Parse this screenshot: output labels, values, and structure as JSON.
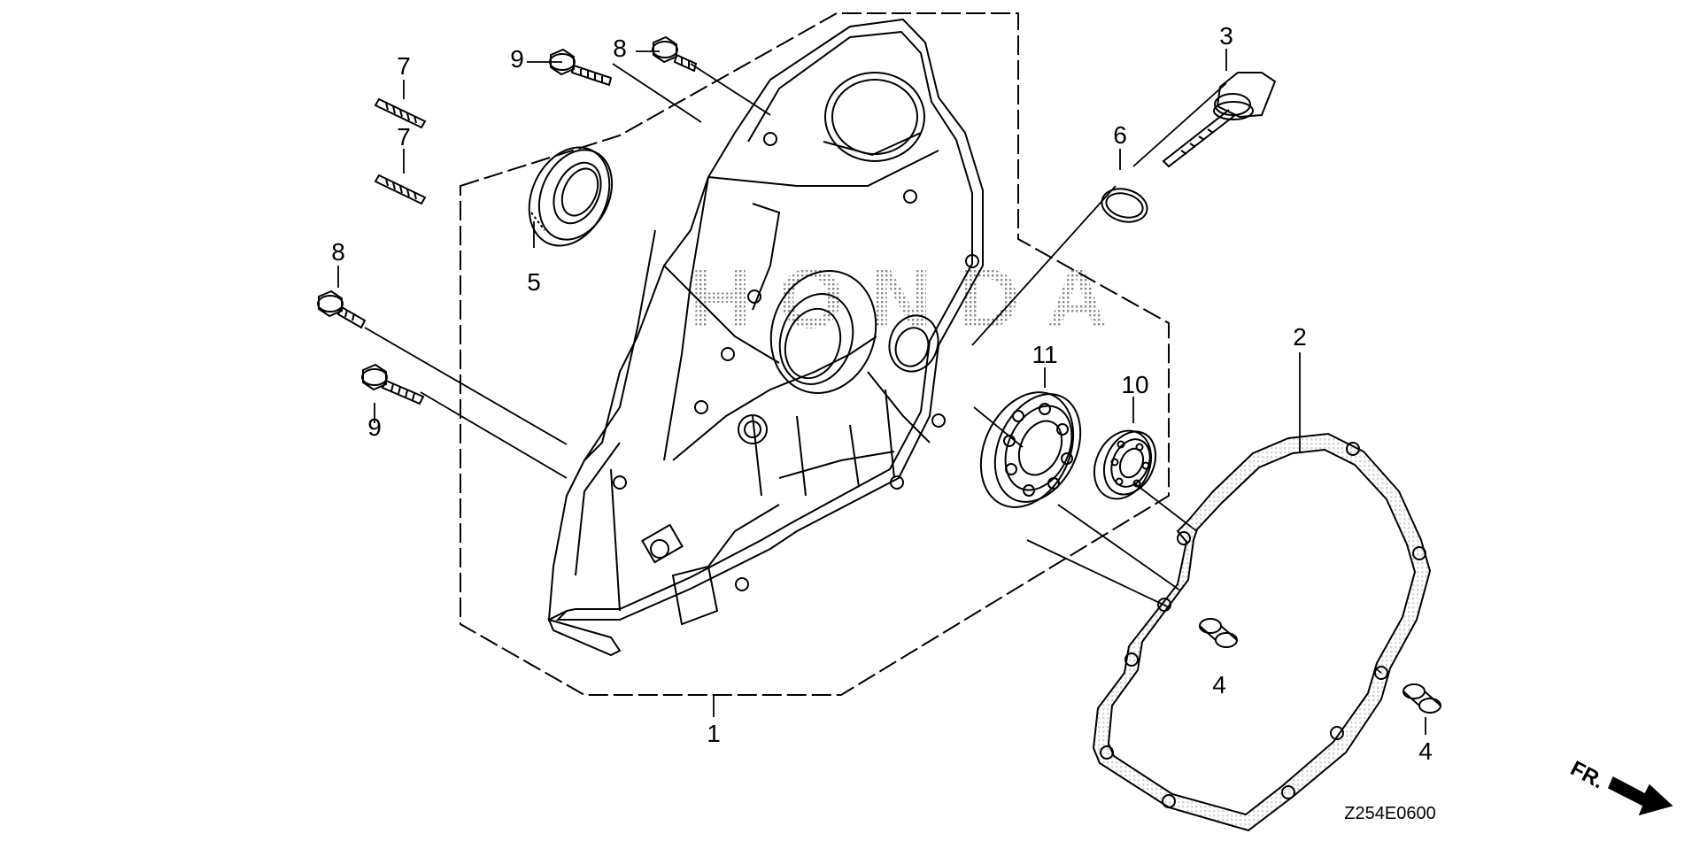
{
  "diagram": {
    "title": "Crankcase cover exploded view",
    "watermark": "HONDA",
    "diagram_code": "Z254E0600",
    "direction_label": "FR.",
    "colors": {
      "line": "#000000",
      "background": "#ffffff",
      "watermark": "#9a9a9a"
    },
    "callouts": [
      {
        "id": "1",
        "label": "1"
      },
      {
        "id": "2",
        "label": "2"
      },
      {
        "id": "3",
        "label": "3"
      },
      {
        "id": "4a",
        "label": "4"
      },
      {
        "id": "4b",
        "label": "4"
      },
      {
        "id": "5",
        "label": "5"
      },
      {
        "id": "6",
        "label": "6"
      },
      {
        "id": "7a",
        "label": "7"
      },
      {
        "id": "7b",
        "label": "7"
      },
      {
        "id": "8a",
        "label": "8"
      },
      {
        "id": "8b",
        "label": "8"
      },
      {
        "id": "9a",
        "label": "9"
      },
      {
        "id": "9b",
        "label": "9"
      },
      {
        "id": "10",
        "label": "10"
      },
      {
        "id": "11",
        "label": "11"
      }
    ]
  }
}
